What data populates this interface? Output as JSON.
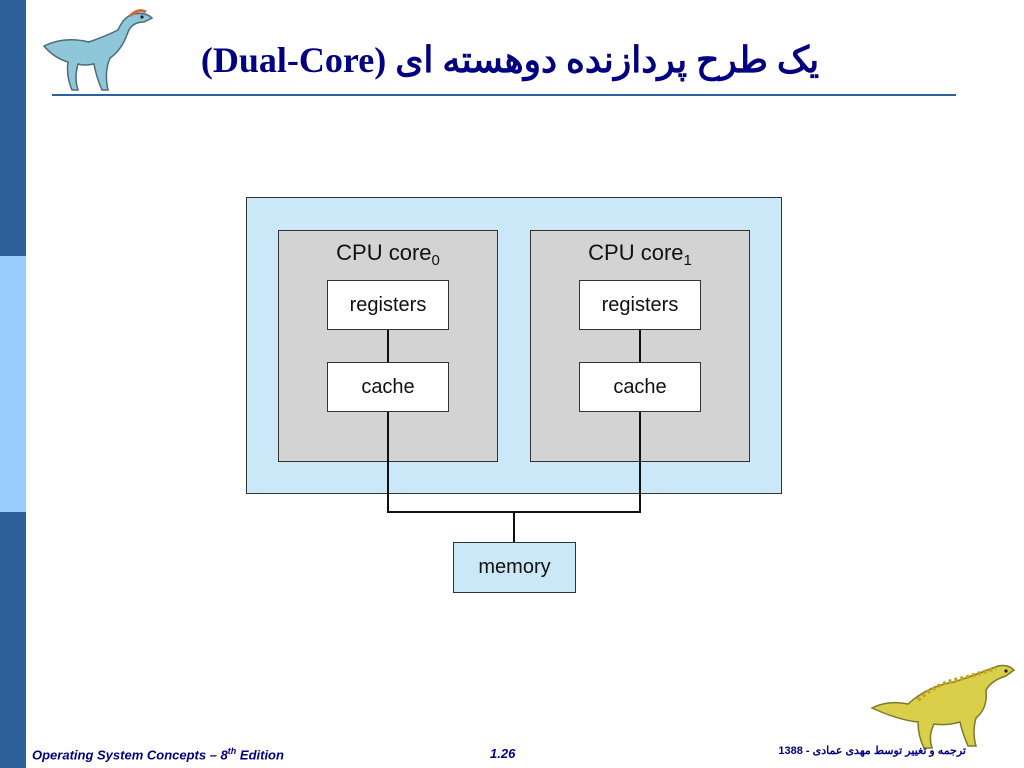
{
  "slide": {
    "title": "یک طرح پردازنده دوهسته ای (Dual-Core)",
    "footer": {
      "book_title": "Operating System Concepts – 8",
      "edition_sup": "th",
      "edition_word": " Edition",
      "page_number": "1.26",
      "translator_credit": "ترجمه و تغییر توسط مهدی عمادی - 1388"
    }
  },
  "diagram": {
    "cores": [
      {
        "label": "CPU core",
        "subscript": "0",
        "registers": "registers",
        "cache": "cache"
      },
      {
        "label": "CPU core",
        "subscript": "1",
        "registers": "registers",
        "cache": "cache"
      }
    ],
    "memory": "memory"
  },
  "colors": {
    "sidebar": "#2e6199",
    "sidebar_light": "#99ccff",
    "chip_fill": "#cbe8f8",
    "core_fill": "#d3d3d3",
    "text_navy": "#000080"
  }
}
